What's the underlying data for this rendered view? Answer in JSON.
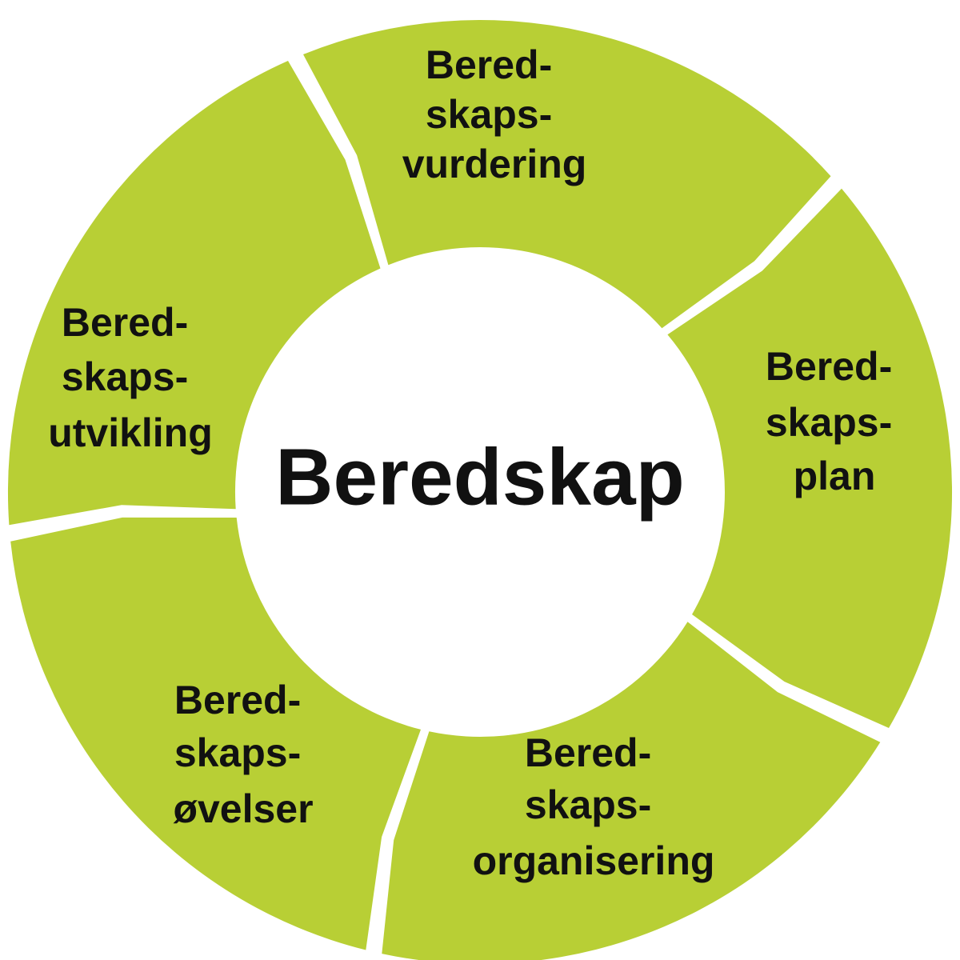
{
  "diagram": {
    "center_label": "Beredskap",
    "fill_color": "#b8cf35",
    "text_color": "#111111",
    "segments": [
      {
        "id": "vurdering",
        "lines": [
          "Bered-",
          "skaps-",
          "vurdering"
        ]
      },
      {
        "id": "plan",
        "lines": [
          "Bered-",
          "skaps-",
          "plan"
        ]
      },
      {
        "id": "organisering",
        "lines": [
          "Bered-",
          "skaps-",
          "organisering"
        ]
      },
      {
        "id": "ovelser",
        "lines": [
          "Bered-",
          "skaps-",
          "øvelser"
        ]
      },
      {
        "id": "utvikling",
        "lines": [
          "Bered-",
          "skaps-",
          "utvikling"
        ]
      }
    ]
  }
}
